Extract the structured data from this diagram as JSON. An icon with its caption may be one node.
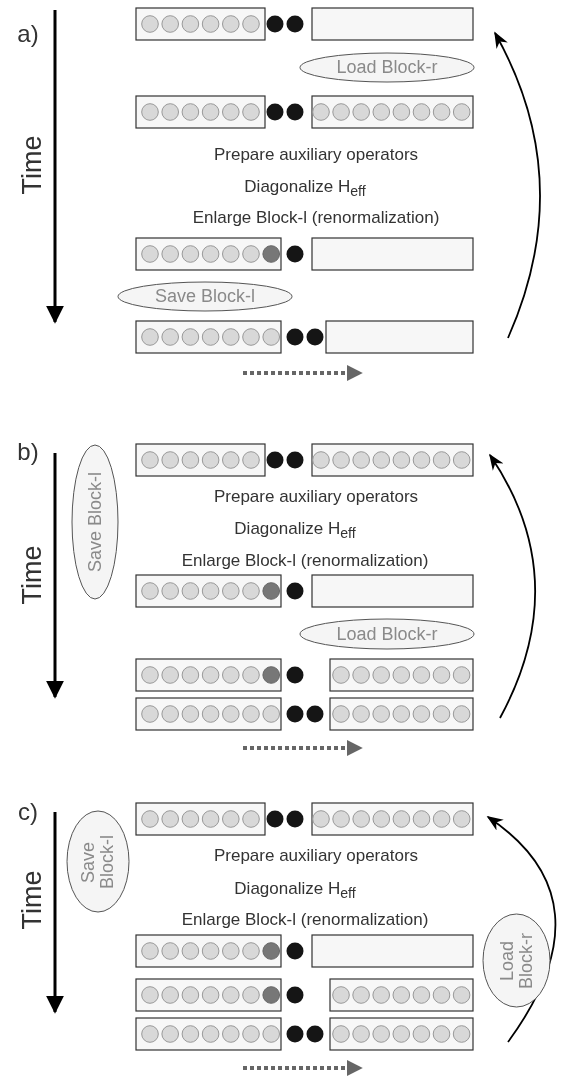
{
  "diagram": {
    "nodes": [
      {
        "text": [
          "Load Block-r"
        ]
      },
      {
        "text": [
          "Save Block-l"
        ]
      },
      {
        "text": [
          "Save Block-l"
        ]
      },
      {
        "text": [
          "Load Block-r"
        ]
      },
      {
        "text": [
          "Save Block-l"
        ]
      },
      {
        "text": [
          "Load Block-r"
        ]
      }
    ],
    "labels": [
      "a)",
      "Time",
      "Prepare auxiliary operators",
      "Diagonalize H$_{eff}$",
      "Enlarge Block-l (renormalization)",
      "b)",
      "Time",
      "Prepare auxiliary operators",
      "Diagonalize H$_{eff}$",
      "Enlarge Block-l (renormalization)",
      "c)",
      "Time",
      "Prepare auxiliary operators",
      "Diagonalize H$_{eff}$",
      "Enlarge Block-l (renormalization)"
    ]
  }
}
